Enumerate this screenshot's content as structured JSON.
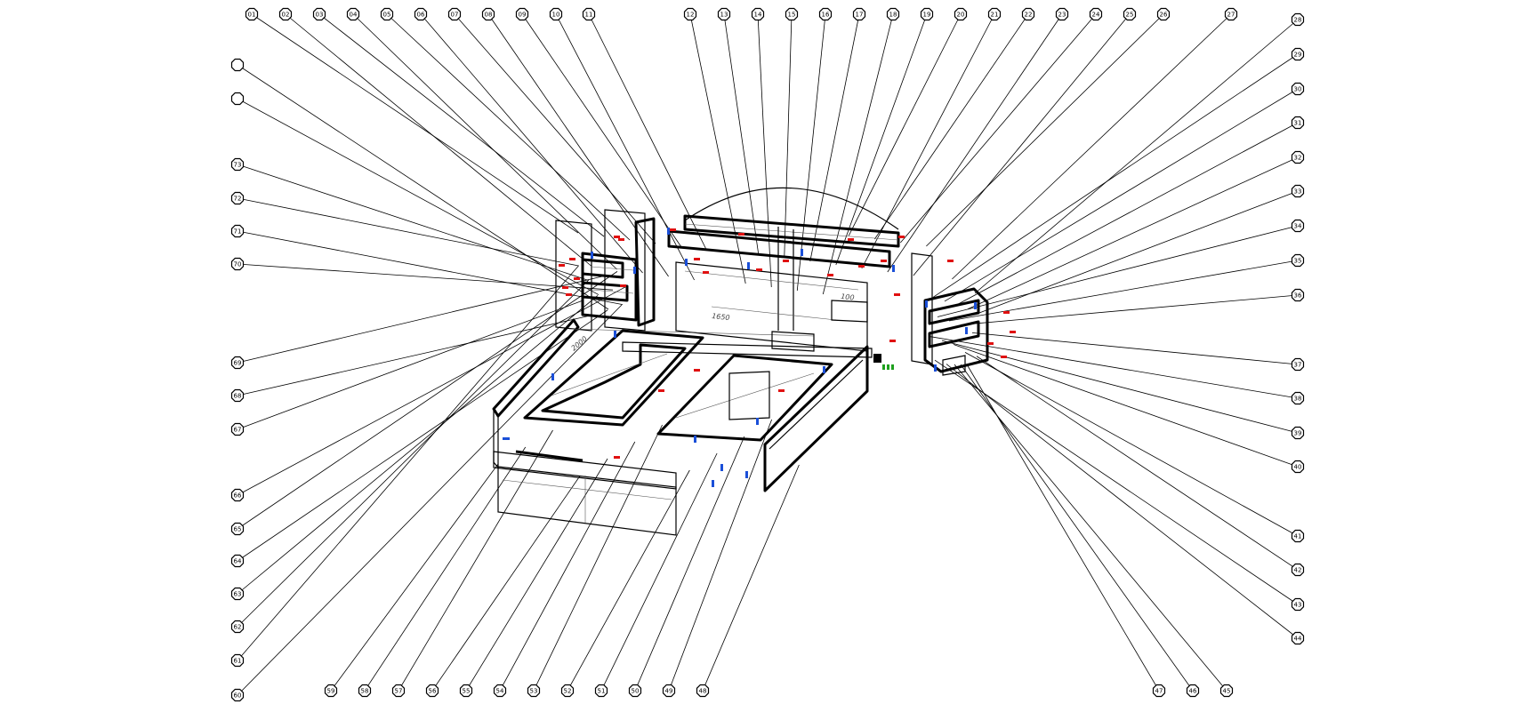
{
  "callouts": [
    {
      "label": "01",
      "color": "#000000"
    },
    {
      "label": "02",
      "color": "#000000"
    },
    {
      "label": "03",
      "color": "#000000"
    },
    {
      "label": "04",
      "color": "#000000"
    },
    {
      "label": "05",
      "color": "#000000"
    },
    {
      "label": "06",
      "color": "#000000"
    },
    {
      "label": "07",
      "color": "#000000"
    },
    {
      "label": "08",
      "color": "#000000"
    },
    {
      "label": "09",
      "color": "#000000"
    },
    {
      "label": "10",
      "color": "#000000"
    },
    {
      "label": "11",
      "color": "#000000"
    },
    {
      "label": "12",
      "color": "#000000"
    },
    {
      "label": "13",
      "color": "#000000"
    },
    {
      "label": "14",
      "color": "#000000"
    },
    {
      "label": "15",
      "color": "#000000"
    },
    {
      "label": "16",
      "color": "#000000"
    },
    {
      "label": "17",
      "color": "#000000"
    },
    {
      "label": "18",
      "color": "#000000"
    },
    {
      "label": "19",
      "color": "#000000"
    },
    {
      "label": "20",
      "color": "#000000"
    },
    {
      "label": "21",
      "color": "#000000"
    },
    {
      "label": "22",
      "color": "#000000"
    },
    {
      "label": "23",
      "color": "#000000"
    },
    {
      "label": "24",
      "color": "#000000"
    },
    {
      "label": "25",
      "color": "#000000"
    },
    {
      "label": "26",
      "color": "#000000"
    },
    {
      "label": "27",
      "color": "#000000"
    },
    {
      "label": "28",
      "color": "#000000"
    },
    {
      "label": "29",
      "color": "#000000"
    },
    {
      "label": "30",
      "color": "#000000"
    },
    {
      "label": "31",
      "color": "#000000"
    },
    {
      "label": "32",
      "color": "#000000"
    },
    {
      "label": "33",
      "color": "#000000"
    },
    {
      "label": "34",
      "color": "#000000"
    },
    {
      "label": "35",
      "color": "#000000"
    },
    {
      "label": "36",
      "color": "#000000"
    },
    {
      "label": "37",
      "color": "#000000"
    },
    {
      "label": "38",
      "color": "#000000"
    },
    {
      "label": "39",
      "color": "#000000"
    },
    {
      "label": "40",
      "color": "#000000"
    },
    {
      "label": "41",
      "color": "#000000"
    },
    {
      "label": "42",
      "color": "#000000"
    },
    {
      "label": "43",
      "color": "#000000"
    },
    {
      "label": "44",
      "color": "#000000"
    },
    {
      "label": "45",
      "color": "#000000"
    },
    {
      "label": "46",
      "color": "#000000"
    },
    {
      "label": "47",
      "color": "#000000"
    },
    {
      "label": "48",
      "color": "#000000"
    },
    {
      "label": "49",
      "color": "#000000"
    },
    {
      "label": "50",
      "color": "#000000"
    },
    {
      "label": "51",
      "color": "#000000"
    },
    {
      "label": "52",
      "color": "#000000"
    },
    {
      "label": "53",
      "color": "#000000"
    },
    {
      "label": "54",
      "color": "#000000"
    },
    {
      "label": "55",
      "color": "#000000"
    },
    {
      "label": "56",
      "color": "#000000"
    },
    {
      "label": "57",
      "color": "#000000"
    },
    {
      "label": "58",
      "color": "#000000"
    },
    {
      "label": "59",
      "color": "#000000"
    },
    {
      "label": "60",
      "color": "#000000"
    },
    {
      "label": "61",
      "color": "#000000"
    },
    {
      "label": "62",
      "color": "#000000"
    },
    {
      "label": "63",
      "color": "#000000"
    },
    {
      "label": "64",
      "color": "#000000"
    },
    {
      "label": "65",
      "color": "#000000"
    },
    {
      "label": "66",
      "color": "#000000"
    },
    {
      "label": "67",
      "color": "#000000"
    },
    {
      "label": "68",
      "color": "#000000"
    },
    {
      "label": "69",
      "color": "#000000"
    },
    {
      "label": "70",
      "color": "#000000"
    },
    {
      "label": "71",
      "color": "#000000"
    },
    {
      "label": "72",
      "color": "#000000"
    },
    {
      "label": "73",
      "color": "#000000"
    }
  ],
  "dimensions": [
    "1650",
    "100",
    "2000"
  ],
  "hardware_colors": {
    "screw": "#e01010",
    "dowel": "#1a4fd8",
    "cam": "#1ea01e"
  }
}
